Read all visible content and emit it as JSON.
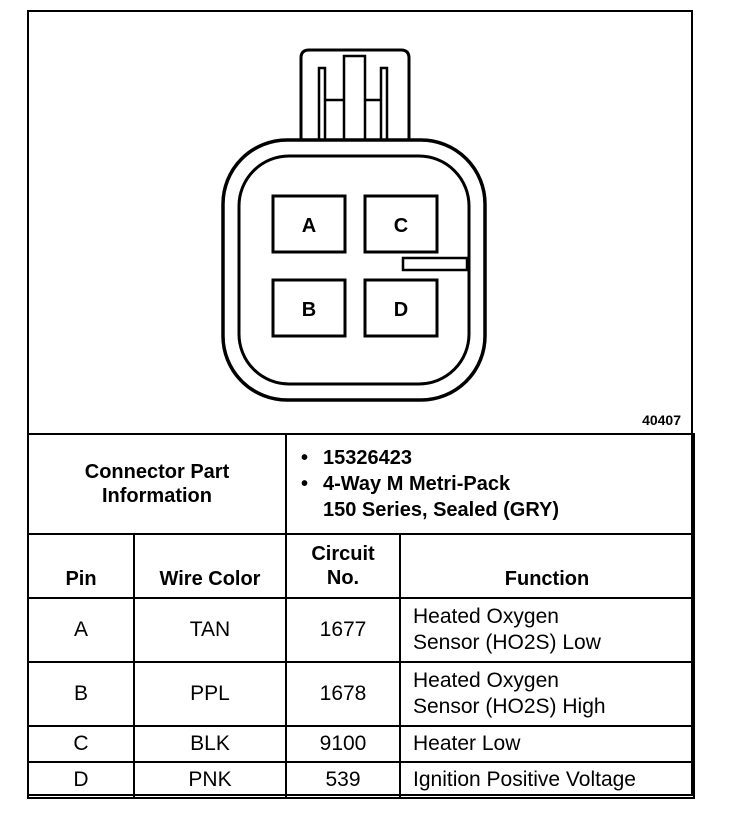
{
  "figure_id": "40407",
  "connector": {
    "pins": [
      "A",
      "C",
      "B",
      "D"
    ]
  },
  "part_info": {
    "label_line1": "Connector Part",
    "label_line2": "Information",
    "bullet": "•",
    "items": [
      "15326423",
      "4-Way M Metri-Pack",
      "150 Series, Sealed (GRY)"
    ]
  },
  "table": {
    "headers": {
      "pin": "Pin",
      "wire_color": "Wire Color",
      "circuit_line1": "Circuit",
      "circuit_line2": "No.",
      "function": "Function"
    },
    "rows": [
      {
        "pin": "A",
        "wire": "TAN",
        "circuit": "1677",
        "function_line1": "Heated Oxygen",
        "function_line2": "Sensor (HO2S) Low"
      },
      {
        "pin": "B",
        "wire": "PPL",
        "circuit": "1678",
        "function_line1": "Heated Oxygen",
        "function_line2": "Sensor (HO2S) High"
      },
      {
        "pin": "C",
        "wire": "BLK",
        "circuit": "9100",
        "function_line1": "Heater Low",
        "function_line2": ""
      },
      {
        "pin": "D",
        "wire": "PNK",
        "circuit": "539",
        "function_line1": "Ignition Positive Voltage",
        "function_line2": ""
      }
    ]
  }
}
